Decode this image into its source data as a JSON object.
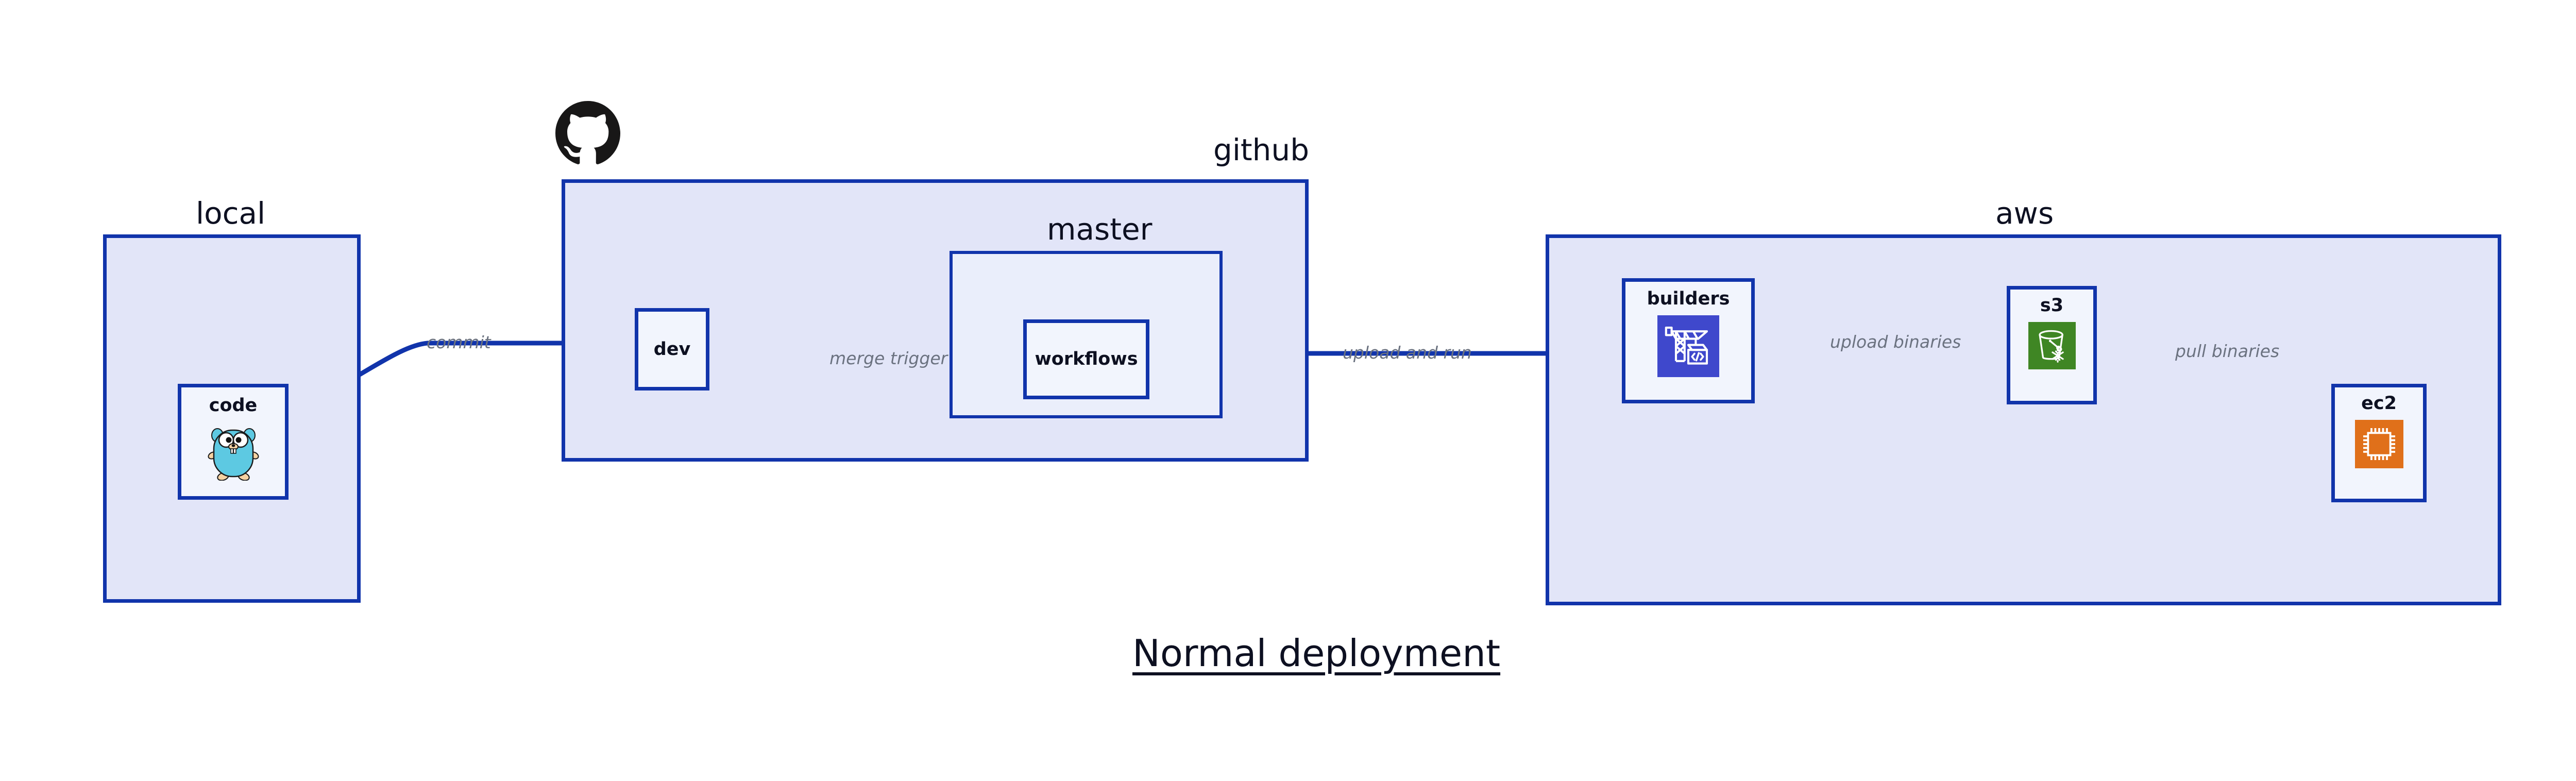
{
  "diagram": {
    "title": "Normal deployment",
    "background": "#ffffff",
    "accent_color": "#1134ab",
    "group_fill": "#e2e5f8",
    "nested_group_fill": "#eaeefb",
    "node_fill": "#f2f5fd",
    "label_text_color": "#0d1021",
    "edge_label_color": "#6b7280"
  },
  "groups": {
    "local": {
      "label": "local"
    },
    "github": {
      "label": "github"
    },
    "master": {
      "label": "master"
    },
    "aws": {
      "label": "aws"
    }
  },
  "nodes": {
    "code": {
      "label": "code",
      "icon": "go-gopher-icon"
    },
    "dev": {
      "label": "dev",
      "icon": "none"
    },
    "workflows": {
      "label": "workflows",
      "icon": "none"
    },
    "builders": {
      "label": "builders",
      "icon": "aws-codebuild-crane-icon",
      "icon_color": "#3f48cc"
    },
    "s3": {
      "label": "s3",
      "icon": "aws-s3-bucket-snowflake-icon",
      "icon_color": "#3f8624"
    },
    "ec2": {
      "label": "ec2",
      "icon": "aws-ec2-chip-icon",
      "icon_color": "#e0701a"
    }
  },
  "edges": [
    {
      "label": "commit",
      "from": "code",
      "to": "dev"
    },
    {
      "label": "merge trigger",
      "from": "dev",
      "to": "workflows"
    },
    {
      "label": "upload and run",
      "from": "workflows",
      "to": "builders"
    },
    {
      "label": "upload binaries",
      "from": "builders",
      "to": "s3"
    },
    {
      "label": "pull binaries",
      "from": "s3",
      "to": "ec2"
    }
  ],
  "branding": {
    "github_logo": "github-octocat-icon"
  }
}
